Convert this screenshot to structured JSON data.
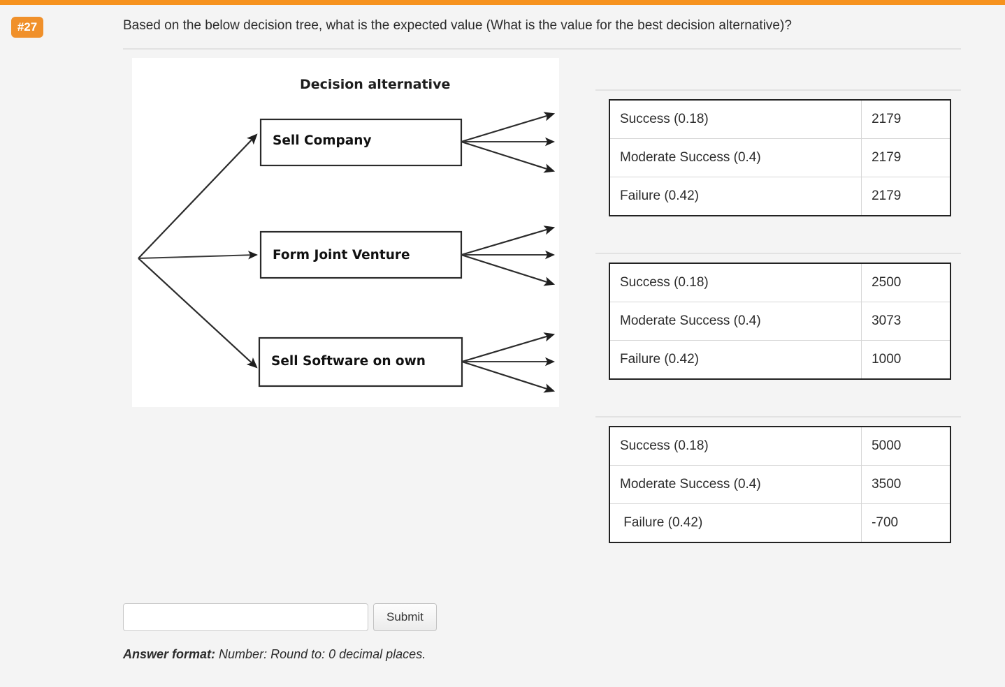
{
  "theme": {
    "accent": "#f6921e",
    "badge_bg": "#f0902a",
    "page_bg": "#f4f4f4",
    "table_border": "#222222"
  },
  "header": {
    "question_number": "#27",
    "question_text": "Based on the below decision tree, what is the expected value (What is the value for the best decision alternative)?"
  },
  "tree": {
    "title": "Decision alternative",
    "nodes": [
      {
        "label": "Sell Company"
      },
      {
        "label": "Form Joint Venture"
      },
      {
        "label": "Sell Software on own"
      }
    ]
  },
  "tables": [
    {
      "rows": [
        {
          "outcome": "Success (0.18)",
          "value": "2179"
        },
        {
          "outcome": "Moderate Success (0.4)",
          "value": "2179"
        },
        {
          "outcome": "Failure (0.42)",
          "value": "2179"
        }
      ]
    },
    {
      "rows": [
        {
          "outcome": "Success (0.18)",
          "value": "2500"
        },
        {
          "outcome": "Moderate Success (0.4)",
          "value": "3073"
        },
        {
          "outcome": "Failure (0.42)",
          "value": "1000"
        }
      ]
    },
    {
      "rows": [
        {
          "outcome": "Success (0.18)",
          "value": "5000"
        },
        {
          "outcome": "Moderate Success (0.4)",
          "value": "3500"
        },
        {
          "outcome": " Failure (0.42)",
          "value": "-700"
        }
      ]
    }
  ],
  "answer": {
    "input_value": "",
    "input_placeholder": "",
    "submit_label": "Submit",
    "format_label": "Answer format:",
    "format_text": "Number: Round to: 0 decimal places."
  },
  "chart_data": {
    "type": "table",
    "title": "Decision alternative payoff tables",
    "categories": [
      "Success (0.18)",
      "Moderate Success (0.4)",
      "Failure (0.42)"
    ],
    "probabilities": [
      0.18,
      0.4,
      0.42
    ],
    "series": [
      {
        "name": "Sell Company",
        "values": [
          2179,
          2179,
          2179
        ]
      },
      {
        "name": "Form Joint Venture",
        "values": [
          2500,
          3073,
          1000
        ]
      },
      {
        "name": "Sell Software on own",
        "values": [
          5000,
          3500,
          -700
        ]
      }
    ]
  }
}
